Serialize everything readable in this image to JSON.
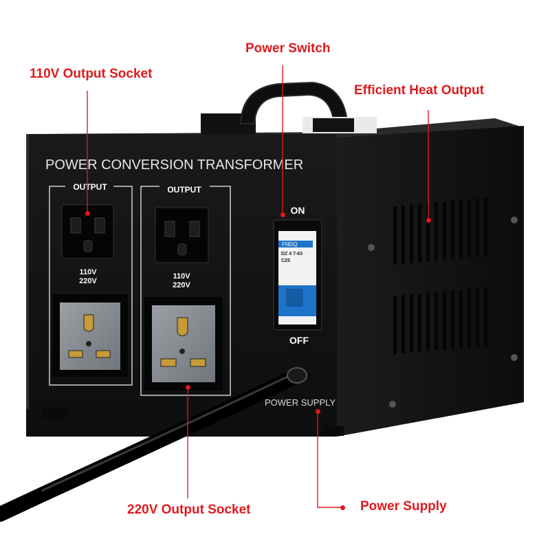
{
  "device": {
    "panel_title": "POWER CONVERSION TRANSFORMER",
    "output_left_label": "OUTPUT",
    "output_right_label": "OUTPUT",
    "voltage_left_1": "110V",
    "voltage_left_2": "220V",
    "voltage_right_1": "110V",
    "voltage_right_2": "220V",
    "switch_on_label": "ON",
    "switch_off_label": "OFF",
    "breaker_brand": "FNDQ",
    "breaker_model": "DZ 4 7-63",
    "breaker_rating": "C25",
    "power_supply_label": "POWER SUPPLY"
  },
  "callouts": {
    "power_switch": "Power Switch",
    "output_110v": "110V Output Socket",
    "heat_output": "Efficient Heat Output",
    "output_220v": "220V Output Socket",
    "power_supply": "Power Supply"
  },
  "colors": {
    "callout_red": "#e0191c",
    "chassis_black": "#141414",
    "breaker_blue": "#1f73c9",
    "socket_gray": "#8a8f94",
    "brass": "#c79a3a"
  }
}
